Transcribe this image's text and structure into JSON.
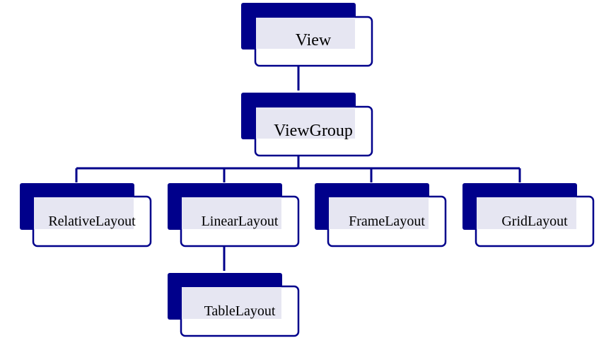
{
  "colors": {
    "accent": "#00008b",
    "box_fill": "#ffffff",
    "box_inner": "#e6e6f2",
    "text": "#000000"
  },
  "nodes": [
    {
      "id": "view",
      "label": "View",
      "parent": null
    },
    {
      "id": "viewgroup",
      "label": "ViewGroup",
      "parent": "view"
    },
    {
      "id": "relativelayout",
      "label": "RelativeLayout",
      "parent": "viewgroup"
    },
    {
      "id": "linearlayout",
      "label": "LinearLayout",
      "parent": "viewgroup"
    },
    {
      "id": "framelayout",
      "label": "FrameLayout",
      "parent": "viewgroup"
    },
    {
      "id": "gridlayout",
      "label": "GridLayout",
      "parent": "viewgroup"
    },
    {
      "id": "tablelayout",
      "label": "TableLayout",
      "parent": "linearlayout"
    }
  ]
}
